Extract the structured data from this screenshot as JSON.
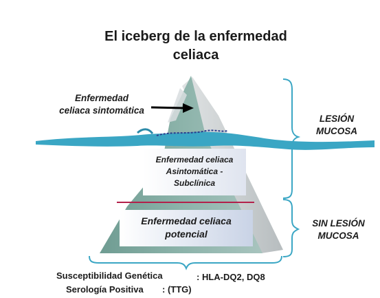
{
  "title_line1": "El iceberg de la enfermedad",
  "title_line2": "celiaca",
  "labels": {
    "sintomatica_line1": "Enfermedad",
    "sintomatica_line2": "celiaca sintomática",
    "asintomatica_line1": "Enfermedad celiaca",
    "asintomatica_line2": "Asintomática -",
    "asintomatica_line3": "Subclínica",
    "potencial_line1": "Enfermedad celiaca",
    "potencial_line2": "potencial",
    "lesion_line1": "LESIÓN",
    "lesion_line2": "MUCOSA",
    "sin_lesion_line1": "SIN LESIÓN",
    "sin_lesion_line2": "MUCOSA"
  },
  "bottom": {
    "susceptibilidad_label": "Susceptibilidad Genética",
    "susceptibilidad_value": ": HLA-DQ2, DQ8",
    "serologia_label": "Serología Positiva",
    "serologia_value": ": (TTG)"
  },
  "colors": {
    "iceberg_front": "#7fa9a0",
    "iceberg_back": "#c9ced0",
    "water": "#3aa6c4",
    "divider_line": "#b3204a",
    "bracket": "#3aa6c4"
  }
}
